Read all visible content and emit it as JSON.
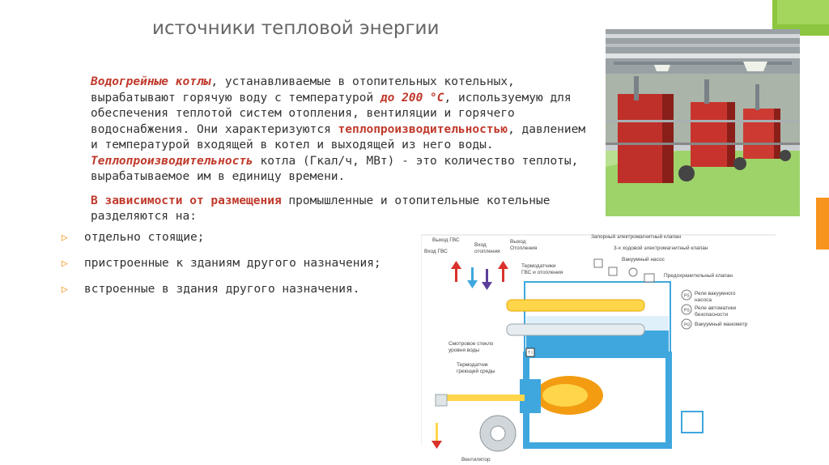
{
  "slide": {
    "title": "источники тепловой энергии",
    "paragraph1": {
      "term": "Водогрейные котлы",
      "t1": ", устанавливаемые в отопительных котельных, вырабатывают горячую воду с температурой ",
      "temp": "до 200 °С",
      "t2": ", используемую для обеспечения теплотой систем отопления, вентиляции и горячего водоснабжения. Они характеризуются ",
      "term2": "теплопроизводительностью",
      "t3": ", давлением и температурой входящей в котел и выходящей из него воды. ",
      "term3": "Теплопроизводительность",
      "t4": " котла (Гкал/ч, МВт) - это количество теплоты, вырабатываемое им в единицу времени."
    },
    "paragraph2": {
      "term": "В зависимости от размещения",
      "text": " промышленные и отопительные котельные разделяются на:"
    },
    "bullets": [
      "отдельно стоящие;",
      "пристроенные к зданиям другого назначения;",
      "встроенные в здания другого назначения."
    ],
    "bullet_icon": "triangle-right-icon"
  },
  "diagram": {
    "labels": {
      "out_gvs": "Выход ГВС",
      "in_gvs": "Вход ГВС",
      "in_heat_1": "Вход",
      "in_heat_2": "отопления",
      "out_heat_1": "Выход",
      "out_heat_2": "Отопления",
      "thermo_1": "Термодатчики",
      "thermo_2": "ГВС и отопления",
      "shutoff_valve": "Запорный электромагнитный клапан",
      "three_way_valve": "3-х ходовой электромагнитный клапан",
      "vacuum_pump": "Вакуумный насос",
      "safety_valve": "Предохранительный клапан",
      "relay_vacuum_1": "Реле вакуумного",
      "relay_vacuum_2": "насоса",
      "relay_safety_1": "Реле автоматики",
      "relay_safety_2": "безопасности",
      "vacuum_gauge": "Вакуумный манометр",
      "sight_glass_1": "Смотровое стекло",
      "sight_glass_2": "уровня воды",
      "thermo_heat_1": "Термодатчик",
      "thermo_heat_2": "греющей среды",
      "fan": "Вентилятор",
      "ps": "PS",
      "pg": "PG",
      "ti": "T I"
    }
  },
  "colors": {
    "accent_red": "#c0392b",
    "bullet_orange": "#f7941d",
    "text": "#333333",
    "title": "#666666"
  }
}
